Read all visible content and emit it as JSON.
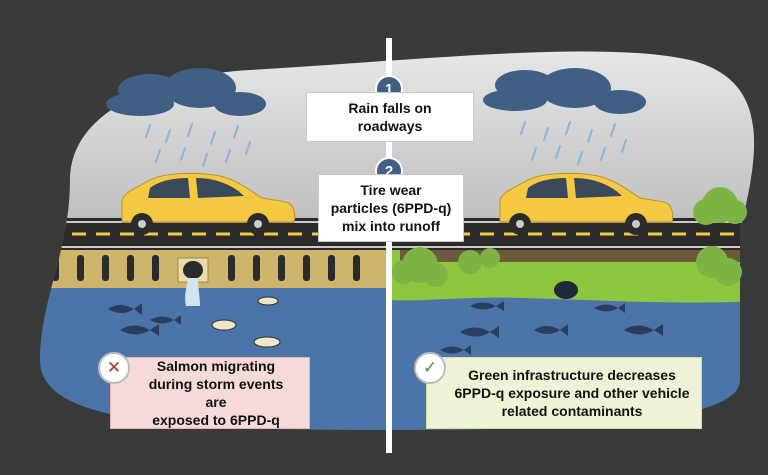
{
  "steps": [
    {
      "number": "1",
      "text": "Rain falls on roadways"
    },
    {
      "number": "2",
      "text_lines": [
        "Tire wear",
        "particles (6PPD-q)",
        "mix into runoff"
      ]
    }
  ],
  "callouts": {
    "left": {
      "icon": "x-icon",
      "lines": [
        "Salmon migrating",
        "during storm events are",
        "exposed to 6PPD-q"
      ]
    },
    "right": {
      "icon": "check-icon",
      "lines": [
        "Green infrastructure decreases",
        "6PPD-q exposure and other vehicle",
        "related contaminants"
      ]
    }
  },
  "colors": {
    "background": "#3a3a3a",
    "sky": "#d9d9d9",
    "cloud": "#3f5f85",
    "car": "#f5c842",
    "road": "#2b2b2b",
    "water": "#4b74a8",
    "fish": "#2a3f5e",
    "bulkhead": "#cdb46a",
    "greenery": "#8dc63f",
    "left_callout": "#f6d9d9",
    "right_callout": "#eef3d7"
  }
}
